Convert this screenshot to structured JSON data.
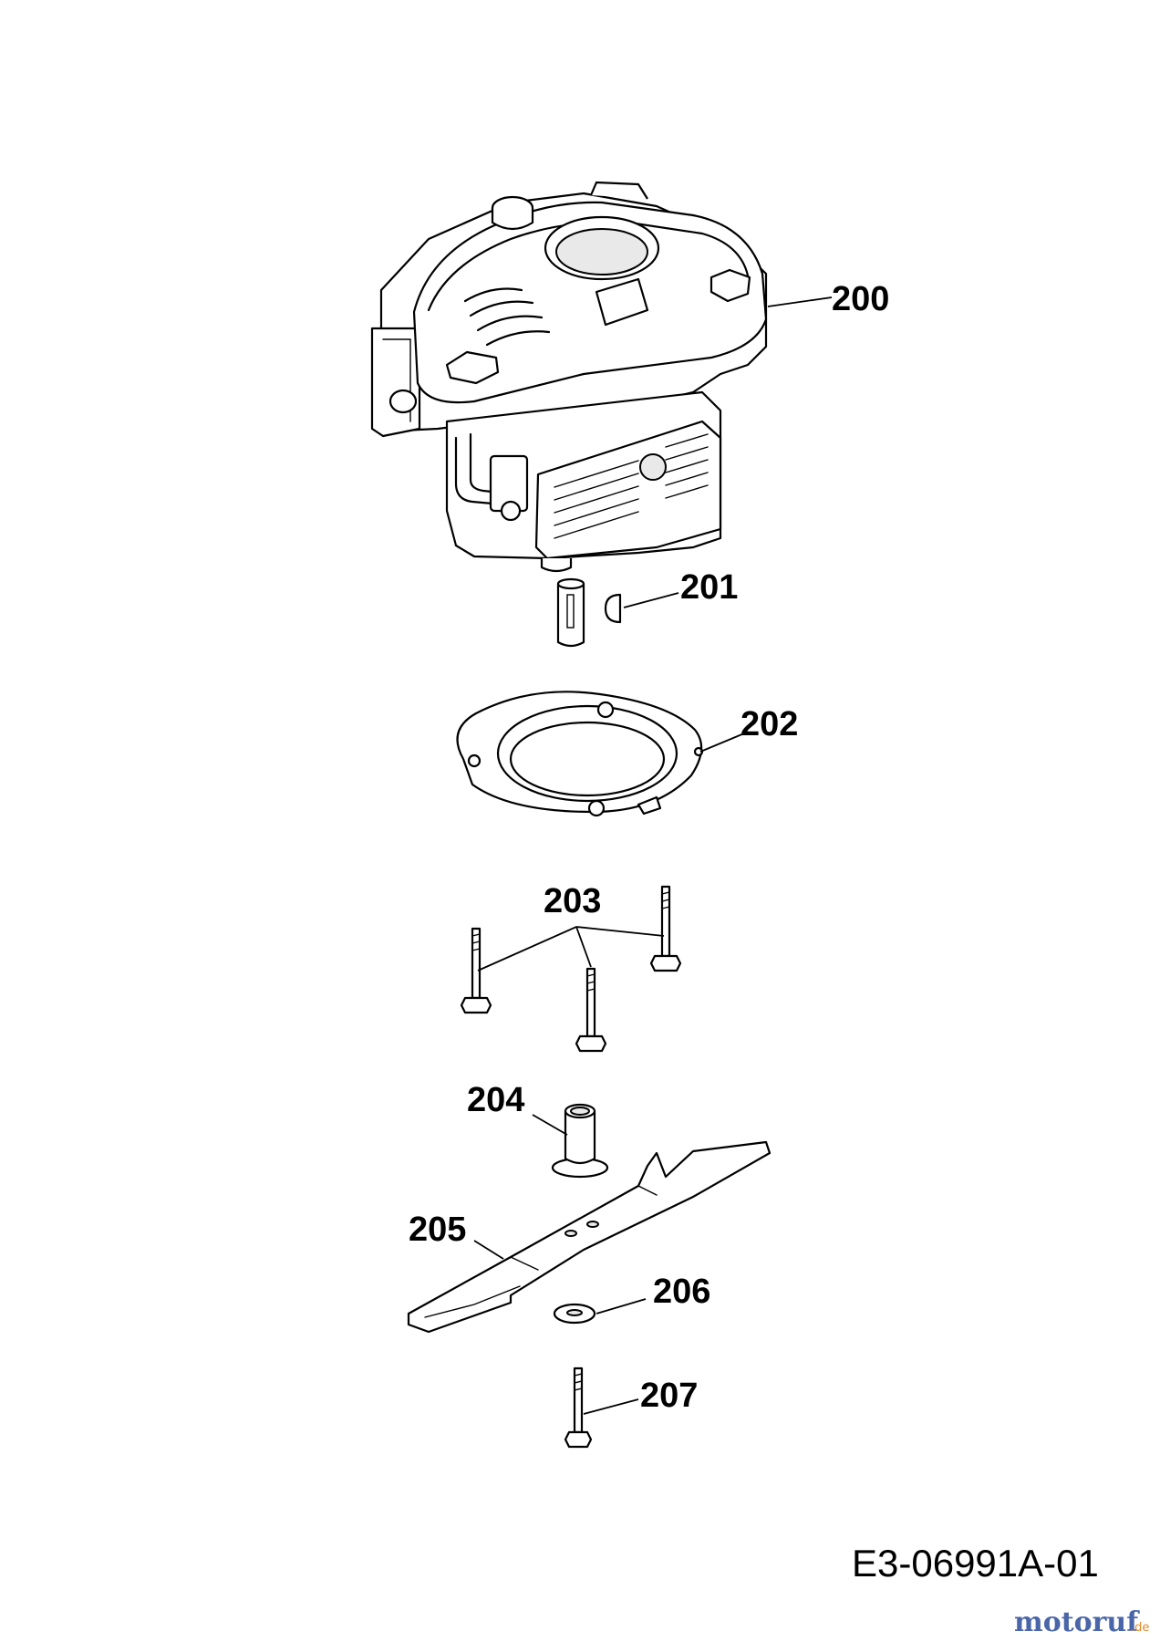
{
  "callouts": {
    "p200": "200",
    "p201": "201",
    "p202": "202",
    "p203": "203",
    "p204": "204",
    "p205": "205",
    "p206": "206",
    "p207": "207"
  },
  "document_id": "E3-06991A-01",
  "watermark": {
    "name": "motoruf",
    "suffix": ".de"
  },
  "colors": {
    "line": "#000000",
    "watermark_blue": "#4a66a8",
    "watermark_orange": "#e08a2a"
  }
}
